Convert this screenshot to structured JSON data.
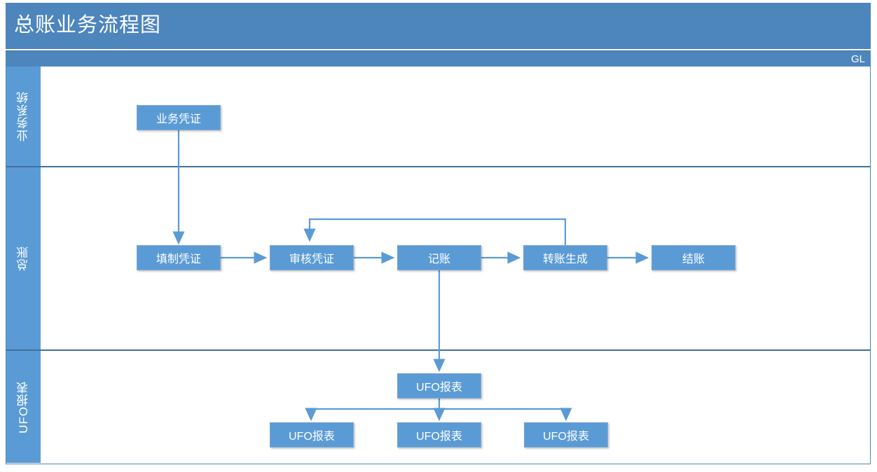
{
  "header": {
    "title": "总账业务流程图",
    "module_code": "GL",
    "banner_color": "#4D85BD"
  },
  "theme": {
    "node_fill": "#5B9BD5",
    "node_border": "#7CA9D6",
    "connector_color": "#5B9BD5",
    "lane_divider": "#41719C",
    "lane_label_fill": "#5B9BD5",
    "text_on_fill": "#FFFFFF"
  },
  "lanes": [
    {
      "id": "business-system",
      "label": "业务系统"
    },
    {
      "id": "general-ledger",
      "label": "总账"
    },
    {
      "id": "ufo-report",
      "label": "UFO报表"
    }
  ],
  "nodes": [
    {
      "id": "business-voucher",
      "label": "业务凭证",
      "lane": "business-system"
    },
    {
      "id": "fill-voucher",
      "label": "填制凭证",
      "lane": "general-ledger"
    },
    {
      "id": "audit-voucher",
      "label": "审核凭证",
      "lane": "general-ledger"
    },
    {
      "id": "bookkeeping",
      "label": "记账",
      "lane": "general-ledger"
    },
    {
      "id": "transfer-generate",
      "label": "转账生成",
      "lane": "general-ledger"
    },
    {
      "id": "closing",
      "label": "结账",
      "lane": "general-ledger"
    },
    {
      "id": "ufo-report-main",
      "label": "UFO报表",
      "lane": "ufo-report"
    },
    {
      "id": "ufo-report-1",
      "label": "UFO报表",
      "lane": "ufo-report"
    },
    {
      "id": "ufo-report-2",
      "label": "UFO报表",
      "lane": "ufo-report"
    },
    {
      "id": "ufo-report-3",
      "label": "UFO报表",
      "lane": "ufo-report"
    }
  ],
  "edges": [
    {
      "from": "business-voucher",
      "to": "fill-voucher",
      "type": "vertical"
    },
    {
      "from": "fill-voucher",
      "to": "audit-voucher",
      "type": "horizontal"
    },
    {
      "from": "audit-voucher",
      "to": "bookkeeping",
      "type": "horizontal"
    },
    {
      "from": "bookkeeping",
      "to": "transfer-generate",
      "type": "horizontal"
    },
    {
      "from": "transfer-generate",
      "to": "closing",
      "type": "horizontal"
    },
    {
      "from": "transfer-generate",
      "to": "audit-voucher",
      "type": "feedback-loop"
    },
    {
      "from": "bookkeeping",
      "to": "ufo-report-main",
      "type": "vertical"
    },
    {
      "from": "ufo-report-main",
      "to": "ufo-report-1",
      "type": "branch"
    },
    {
      "from": "ufo-report-main",
      "to": "ufo-report-2",
      "type": "branch"
    },
    {
      "from": "ufo-report-main",
      "to": "ufo-report-3",
      "type": "branch"
    }
  ]
}
